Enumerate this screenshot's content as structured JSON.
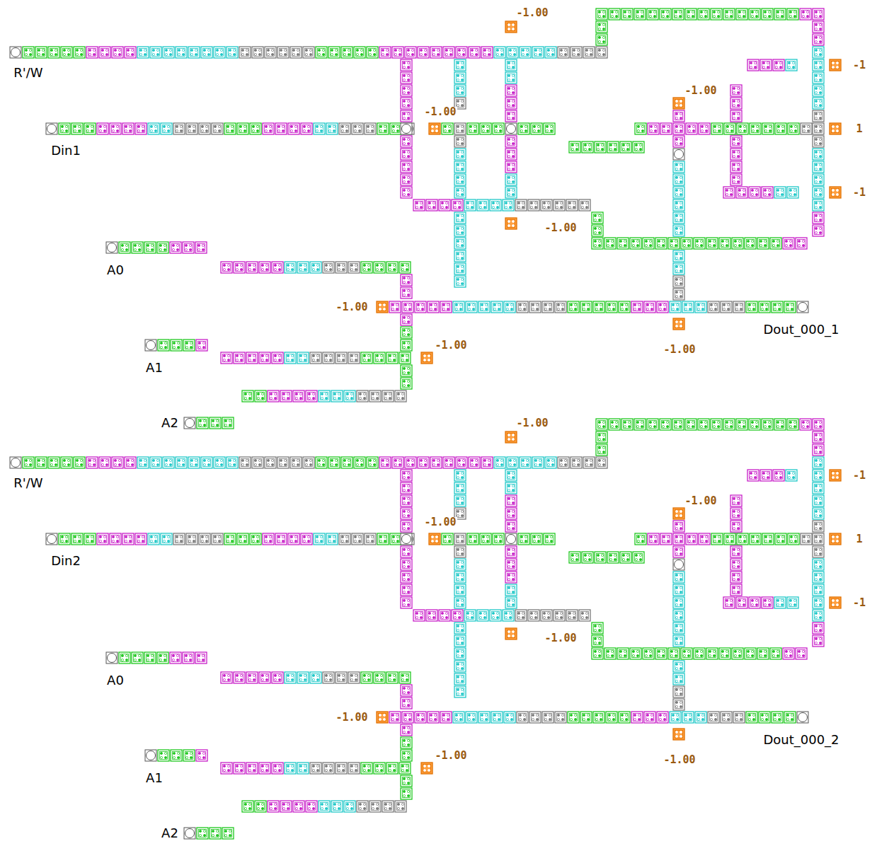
{
  "diagram": {
    "labels": [
      "-1.00",
      "R'/W",
      "-1",
      "-1.00",
      "-1.00",
      "Din1",
      "1",
      "-1",
      "-1.00",
      "A0",
      "-1.00",
      "Dout_000_1",
      "-1.00",
      "-1.00",
      "A1",
      "A2",
      "-1.00",
      "R'/W",
      "-1",
      "-1.00",
      "-1.00",
      "Din2",
      "1",
      "-1",
      "-1.00",
      "A0",
      "-1.00",
      "Dout_000_2",
      "-1.00",
      "-1.00",
      "A1",
      "A2"
    ]
  }
}
